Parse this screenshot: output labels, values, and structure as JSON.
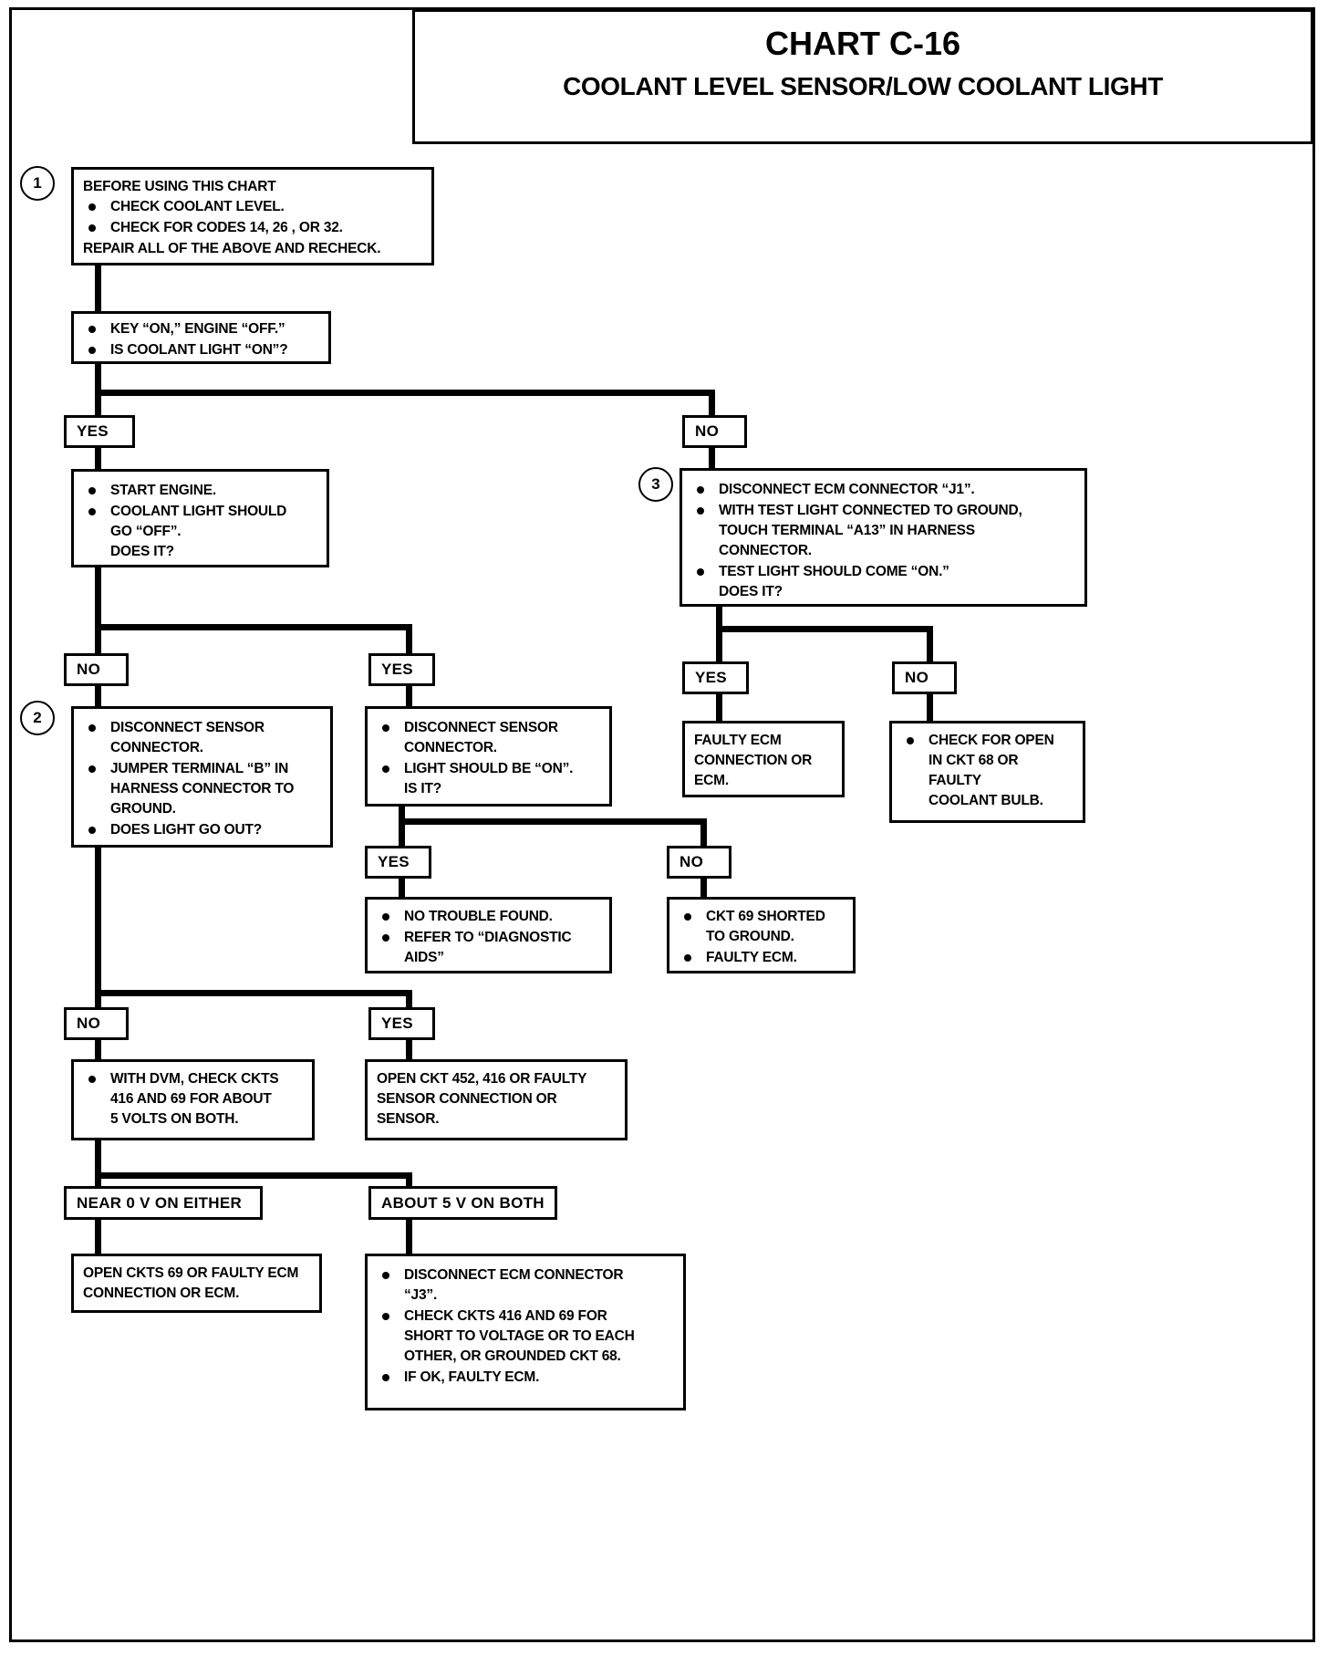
{
  "header": {
    "chart_number": "CHART C-16",
    "chart_title": "COOLANT LEVEL SENSOR/LOW COOLANT LIGHT"
  },
  "step_numbers": {
    "one": "1",
    "two": "2",
    "three": "3"
  },
  "labels": {
    "yes": "YES",
    "no": "NO",
    "near_zero": "NEAR 0 V ON EITHER",
    "about_five": "ABOUT 5 V ON BOTH"
  },
  "boxes": {
    "before_using": {
      "heading": "BEFORE USING THIS CHART",
      "bullets": [
        "CHECK COOLANT LEVEL.",
        "CHECK FOR CODES 14, 26 , OR 32."
      ],
      "footer": "REPAIR ALL OF THE ABOVE AND RECHECK."
    },
    "key_on": {
      "bullets": [
        "KEY “ON,” ENGINE “OFF.”",
        "IS COOLANT LIGHT “ON”?"
      ]
    },
    "start_engine": {
      "bullets": [
        "START ENGINE.",
        "COOLANT LIGHT SHOULD"
      ],
      "cont_1": "GO “OFF”.",
      "cont_2": "DOES IT?"
    },
    "step3": {
      "b1": "DISCONNECT ECM CONNECTOR “J1”.",
      "b2_l1": "WITH TEST LIGHT CONNECTED TO GROUND,",
      "b2_l2": "TOUCH TERMINAL “A13” IN HARNESS",
      "b2_l3": "CONNECTOR.",
      "b3_l1": "TEST LIGHT SHOULD COME “ON.”",
      "b3_l2": "DOES IT?"
    },
    "faulty_ecm_conn": {
      "l1": "FAULTY ECM",
      "l2": "CONNECTION OR",
      "l3": "ECM."
    },
    "check_open_68": {
      "b1_l1": "CHECK FOR OPEN",
      "b1_l2": "IN CKT 68 OR",
      "b1_l3": "FAULTY",
      "b1_l4": "COOLANT BULB."
    },
    "step2": {
      "b1_l1": "DISCONNECT SENSOR",
      "b1_l2": "CONNECTOR.",
      "b2_l1": "JUMPER TERMINAL “B” IN",
      "b2_l2": "HARNESS CONNECTOR TO",
      "b2_l3": "GROUND.",
      "b3": "DOES LIGHT GO OUT?"
    },
    "disconnect_sensor_right": {
      "b1_l1": "DISCONNECT SENSOR",
      "b1_l2": "CONNECTOR.",
      "b2_l1": "LIGHT SHOULD BE “ON”.",
      "b2_l2": "IS IT?"
    },
    "no_trouble": {
      "b1": "NO TROUBLE FOUND.",
      "b2_l1": "REFER TO “DIAGNOSTIC",
      "b2_l2": "AIDS”"
    },
    "ckt69_shorted": {
      "b1_l1": "CKT 69  SHORTED",
      "b1_l2": "TO GROUND.",
      "b2": "FAULTY ECM."
    },
    "dvm_check": {
      "b1_l1": "WITH DVM, CHECK CKTS",
      "b1_l2": "416 AND 69 FOR ABOUT",
      "b1_l3": "5 VOLTS ON BOTH."
    },
    "open_ckt452": {
      "l1": "OPEN CKT 452, 416 OR FAULTY",
      "l2": "SENSOR CONNECTION OR",
      "l3": "SENSOR."
    },
    "open_ckts69": {
      "l1": "OPEN CKTS 69 OR FAULTY",
      "l2": "ECM CONNECTION OR ECM."
    },
    "final_j3": {
      "b1_l1": "DISCONNECT ECM CONNECTOR",
      "b1_l2": "“J3”.",
      "b2_l1": "CHECK CKTS 416 AND 69 FOR",
      "b2_l2": "SHORT TO VOLTAGE OR TO EACH",
      "b2_l3": "OTHER, OR GROUNDED CKT 68.",
      "b3": "IF OK, FAULTY ECM."
    }
  }
}
